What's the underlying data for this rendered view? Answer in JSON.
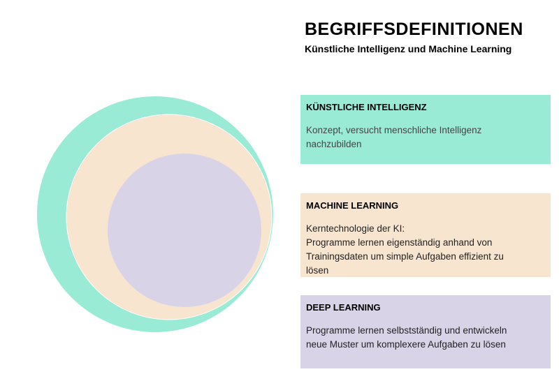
{
  "header": {
    "title": "BEGRIFFSDEFINITIONEN",
    "subtitle": "Künstliche Intelligenz und Machine Learning"
  },
  "colors": {
    "ki": "#99ebd6",
    "ml": "#f8e5d0",
    "dl": "#d9d3e8"
  },
  "definitions": [
    {
      "heading": "KÜNSTLICHE INTELLIGENZ",
      "text": "Konzept, versucht menschliche Intelligenz\nnachzubilden"
    },
    {
      "heading": "MACHINE LEARNING",
      "text": "Kerntechnologie der KI:\nProgramme lernen eigenständig anhand von\nTrainingsdaten um simple Aufgaben effizient zu\nlösen"
    },
    {
      "heading": "DEEP LEARNING",
      "text": "Programme lernen selbstständig und entwickeln\nneue Muster um komplexere Aufgaben zu lösen"
    }
  ]
}
